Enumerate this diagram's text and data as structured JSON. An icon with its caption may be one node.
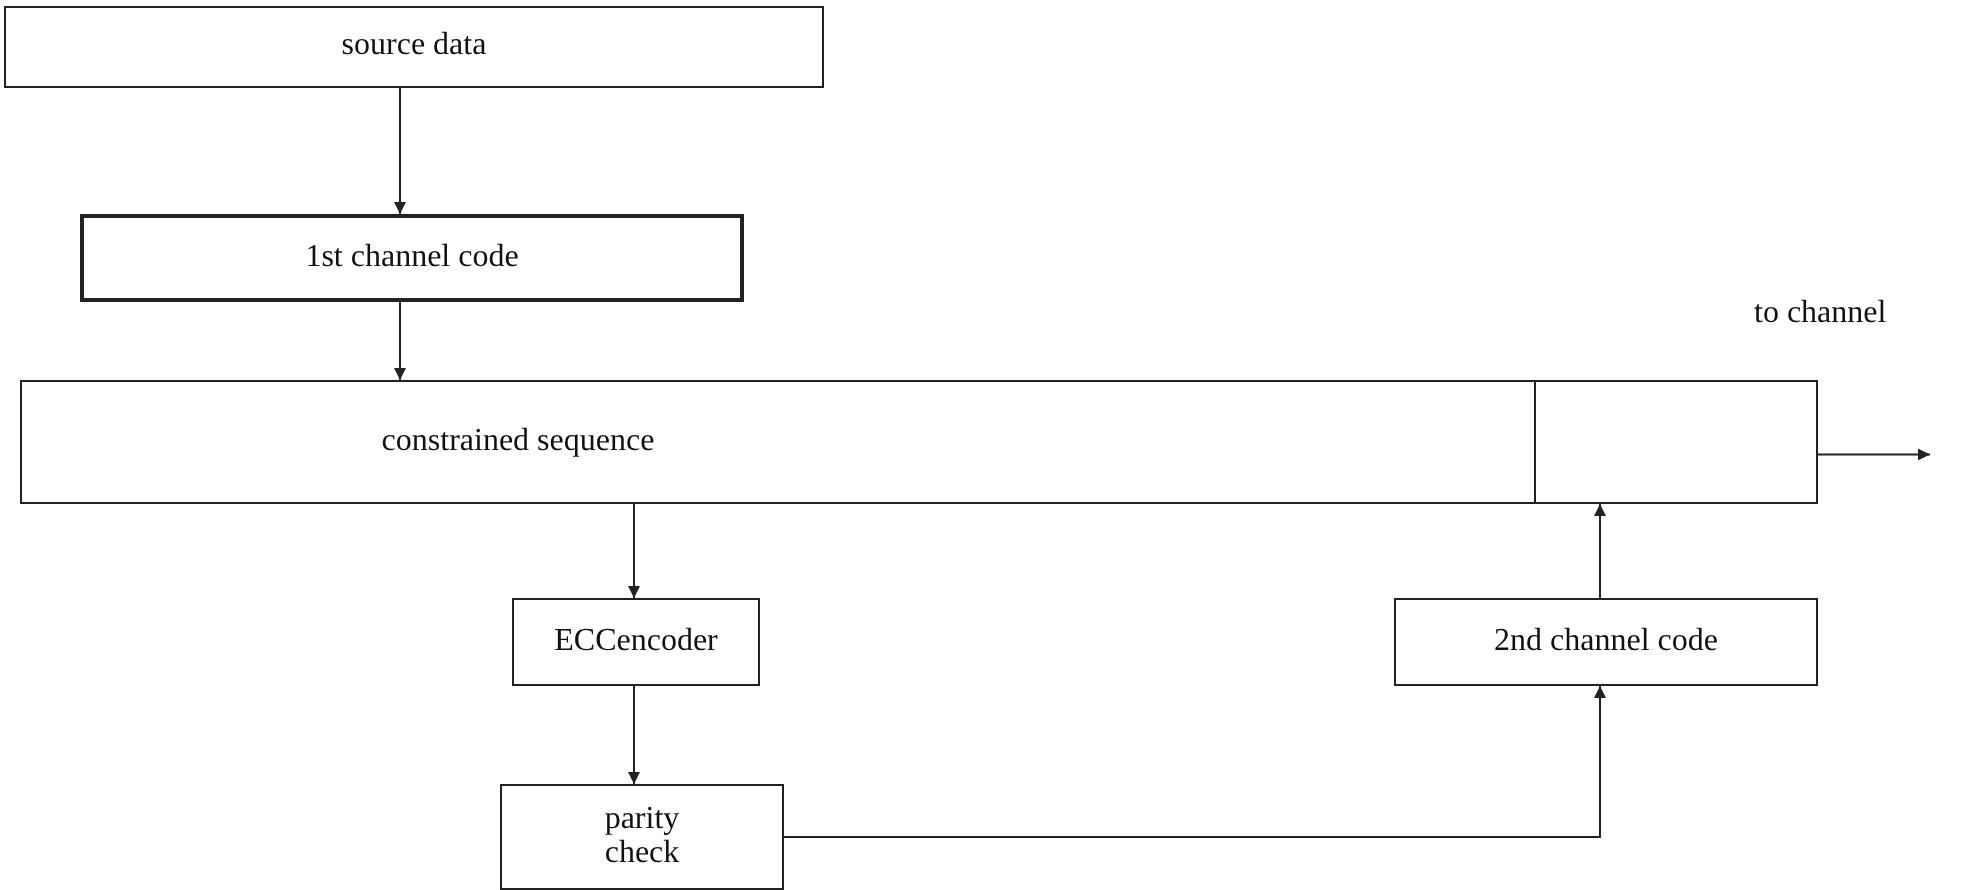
{
  "diagram": {
    "nodes": [
      {
        "text": [
          "source data"
        ]
      },
      {
        "text": [
          "1st channel code"
        ]
      },
      {
        "text": [
          "constrained sequence"
        ]
      },
      {
        "text": [],
        "shape": "box"
      },
      {
        "text": [
          "ECCencoder"
        ]
      },
      {
        "text": [
          "2nd channel code"
        ]
      },
      {
        "text": [
          "parity check"
        ]
      }
    ],
    "edges": [
      {
        "from": 0,
        "to": 1,
        "arrow": "to"
      },
      {
        "from": 1,
        "to": 2,
        "arrow": "to"
      },
      {
        "from": 2,
        "to": 4,
        "arrow": "to"
      },
      {
        "from": 4,
        "to": 6,
        "arrow": "to"
      },
      {
        "from": 6,
        "to": 5,
        "arrow": "to"
      },
      {
        "from": 5,
        "to": 3,
        "arrow": "to"
      },
      {
        "from": 3,
        "to": null,
        "arrow": "to",
        "label": "to channel"
      }
    ]
  }
}
